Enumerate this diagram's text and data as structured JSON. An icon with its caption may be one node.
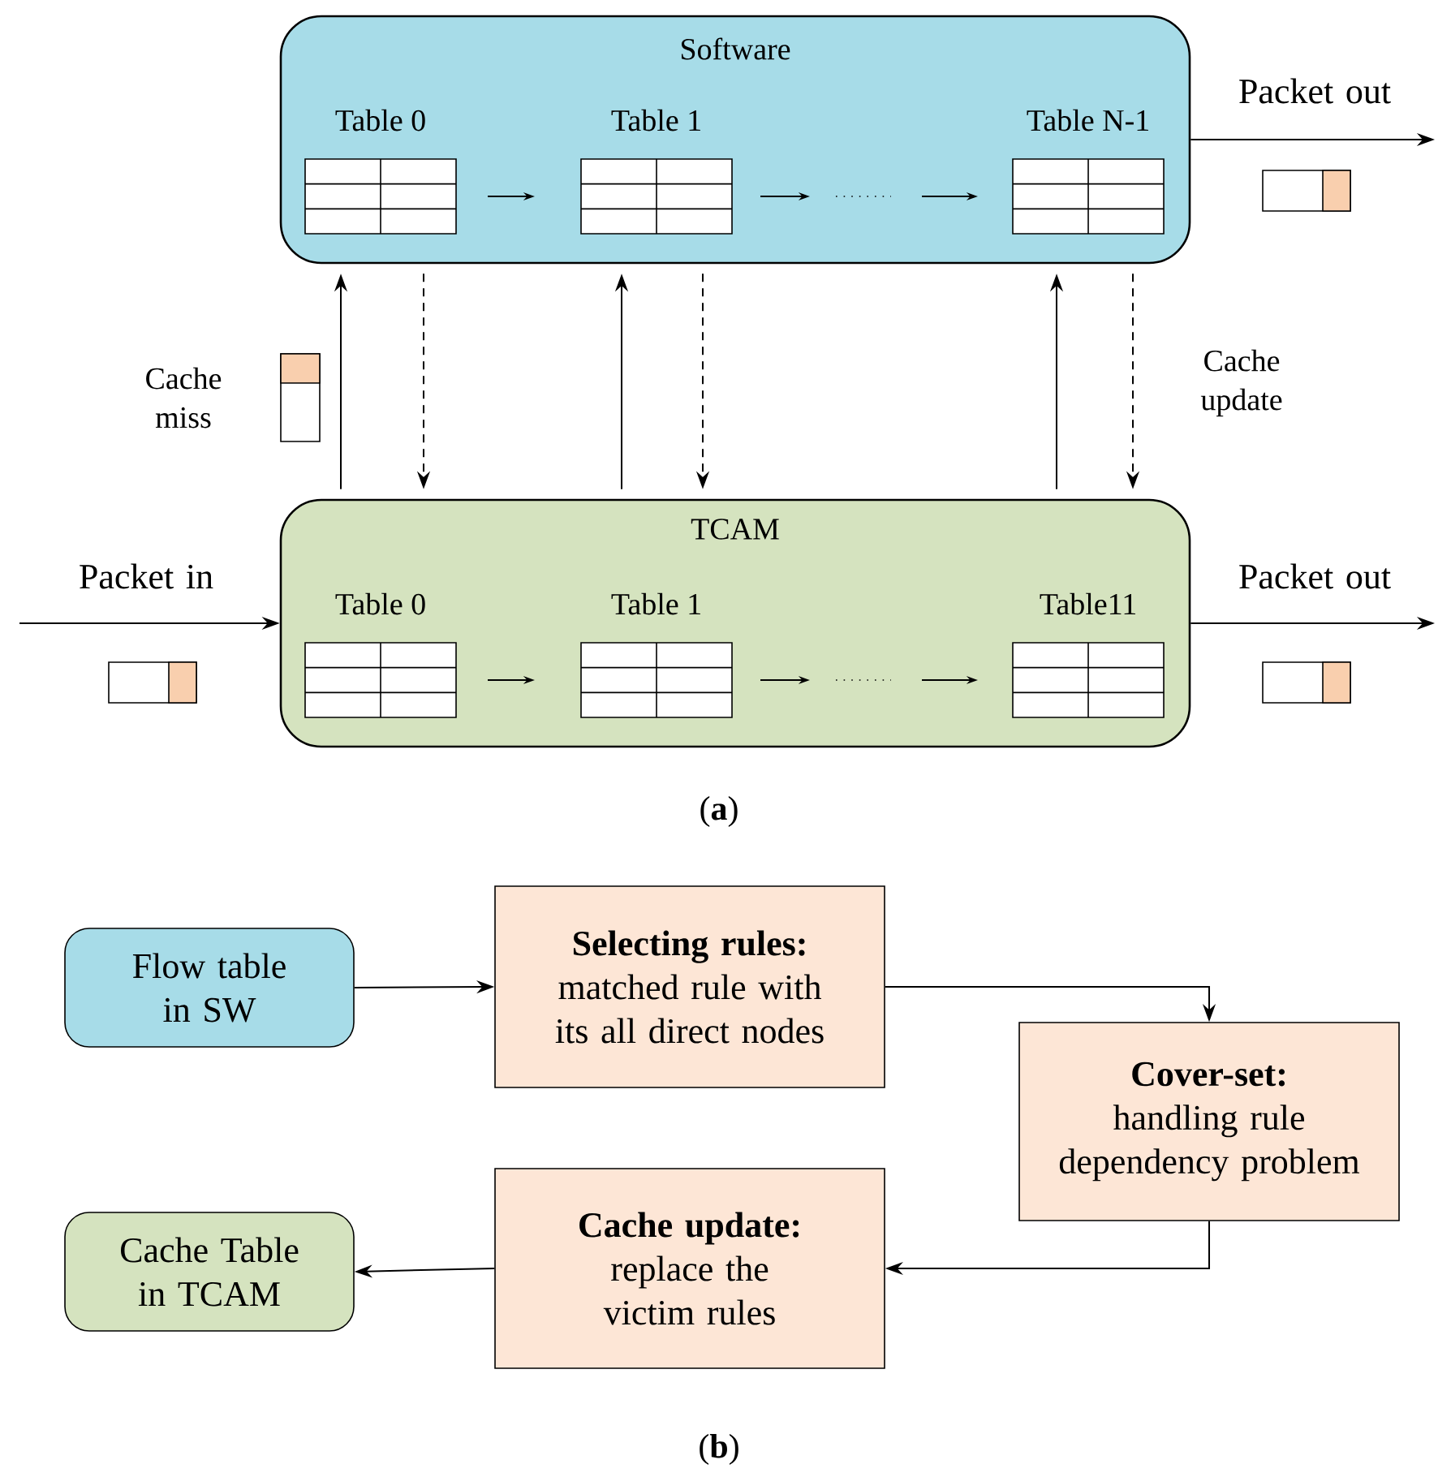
{
  "diagram": {
    "nodes": [
      {
        "text": [
          "Software"
        ]
      },
      {
        "text": [
          "Table 0"
        ],
        "in": 0
      },
      {
        "text": [
          "Table 1"
        ],
        "in": 0
      },
      {
        "text": [],
        "shape": "dots",
        "in": 0
      },
      {
        "text": [
          "Table N-1"
        ],
        "in": 0
      },
      {
        "text": [
          "TCAM"
        ]
      },
      {
        "text": [
          "Table 0"
        ],
        "in": 5
      },
      {
        "text": [
          "Table 1"
        ],
        "in": 5
      },
      {
        "text": [],
        "shape": "dots",
        "in": 5
      },
      {
        "text": [
          "Table11"
        ],
        "in": 5
      },
      {
        "text": [
          "Flow table in SW"
        ]
      },
      {
        "text": [
          "Selecting rules:",
          "matched rule with its all direct nodes"
        ]
      },
      {
        "text": [
          "**Cover-set:** handling rule dependency problem"
        ]
      },
      {
        "text": [
          "Cache update:",
          "replace the victim rules"
        ]
      },
      {
        "text": [
          "Cache Table in TCAM"
        ]
      }
    ],
    "edges": [
      {
        "from": 1,
        "to": 2,
        "arrow": "to"
      },
      {
        "from": 2,
        "to": 3,
        "arrow": "to"
      },
      {
        "from": 3,
        "to": 4,
        "arrow": "to"
      },
      {
        "from": 6,
        "to": 7,
        "arrow": "to"
      },
      {
        "from": 7,
        "to": 8,
        "arrow": "to"
      },
      {
        "from": 8,
        "to": 9,
        "arrow": "to"
      },
      {
        "from": 5,
        "to": 0,
        "arrow": "to",
        "label": "Cache miss"
      },
      {
        "from": 0,
        "to": 5,
        "arrow": "to",
        "style": "dashed"
      },
      {
        "from": 5,
        "to": 0,
        "arrow": "to"
      },
      {
        "from": 0,
        "to": 5,
        "arrow": "to",
        "style": "dashed"
      },
      {
        "from": 5,
        "to": 0,
        "arrow": "to"
      },
      {
        "from": 0,
        "to": 5,
        "arrow": "to",
        "style": "dashed",
        "label": "Cache update"
      },
      {
        "from": 0,
        "to": null,
        "arrow": "to",
        "label": "Packet out"
      },
      {
        "from": null,
        "to": 5,
        "arrow": "to",
        "label": "Packet in"
      },
      {
        "from": 5,
        "to": null,
        "arrow": "to",
        "label": "Packet out"
      },
      {
        "from": 10,
        "to": 11,
        "arrow": "to"
      },
      {
        "from": 11,
        "to": 12,
        "arrow": "to"
      },
      {
        "from": 12,
        "to": 13,
        "arrow": "to"
      },
      {
        "from": 13,
        "to": 14,
        "arrow": "to"
      }
    ],
    "labels": [
      "(**a**)",
      "(**b**)"
    ]
  }
}
